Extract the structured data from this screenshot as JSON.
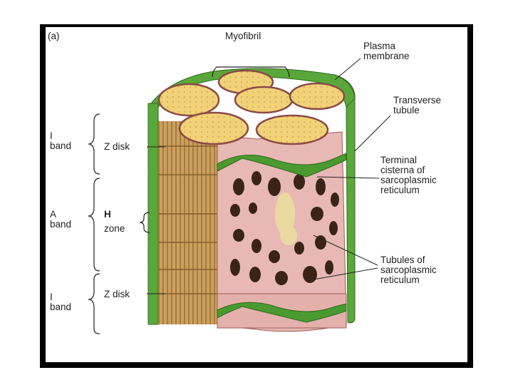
{
  "figure": {
    "panel_label": "(a)",
    "labels": {
      "myofibril": "Myofibril",
      "plasma_membrane": "Plasma\nmembrane",
      "transverse_tubule": "Transverse\ntubule",
      "terminal_cisterna": "Terminal\ncisterna of\nsarcoplasmic\nreticulum",
      "tubules_sr": "Tubules of\nsarcoplasmic\nreticulum",
      "i_band_top": "I\nband",
      "z_disk_top": "Z disk",
      "a_band": "A\nband",
      "h_zone_h": "H",
      "h_zone_zone": "zone",
      "i_band_bottom": "I\nband",
      "z_disk_bottom": "Z disk"
    }
  },
  "colors": {
    "frame": "#000000",
    "membrane_green": "#5aa83a",
    "myofibril_yellow": "#f2d277",
    "fiber_tan": "#c8a060",
    "reticulum_pink": "#e8b8b4",
    "cavity_dark": "#3a2418"
  }
}
